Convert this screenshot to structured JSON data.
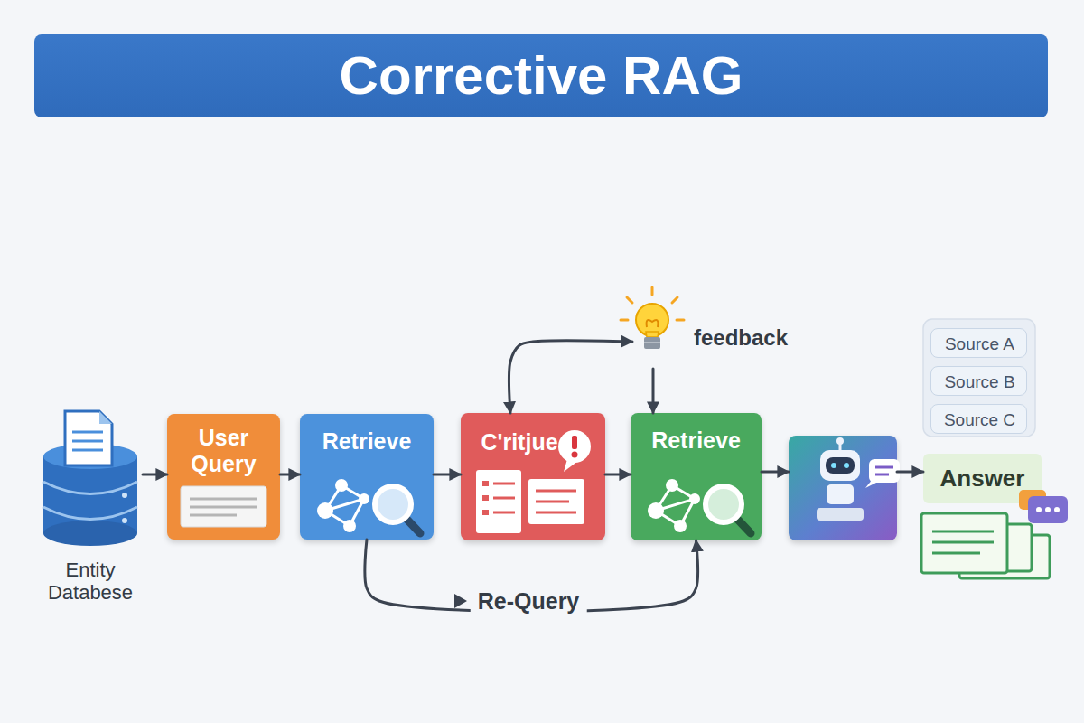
{
  "diagram": {
    "title": "Corrective RAG",
    "nodes": [
      {
        "text": [
          "Entity Databese"
        ]
      },
      {
        "text": [
          "User Query"
        ]
      },
      {
        "text": [
          "Retrieve"
        ]
      },
      {
        "text": [
          "C'ritjue"
        ]
      },
      {
        "text": [
          "feedback"
        ]
      },
      {
        "text": [
          "Retrieve"
        ]
      },
      {
        "text": []
      },
      {
        "text": [
          "Source A"
        ]
      },
      {
        "text": [
          "Source B"
        ]
      },
      {
        "text": [
          "Source C"
        ]
      },
      {
        "text": [
          "Answer"
        ]
      }
    ],
    "edges": [
      {
        "from": 0,
        "to": 1,
        "arrow": "to"
      },
      {
        "from": 1,
        "to": 2,
        "arrow": "to"
      },
      {
        "from": 2,
        "to": 3,
        "arrow": "to"
      },
      {
        "from": 3,
        "to": 5,
        "arrow": "to"
      },
      {
        "from": 5,
        "to": 6,
        "arrow": "to"
      },
      {
        "from": 6,
        "to": 10,
        "arrow": "to"
      },
      {
        "from": 3,
        "to": 4,
        "arrow": "both"
      },
      {
        "from": 4,
        "to": 5,
        "arrow": "to"
      },
      {
        "from": 2,
        "to": 5,
        "label": "Re-Query",
        "arrow": "to"
      }
    ]
  }
}
